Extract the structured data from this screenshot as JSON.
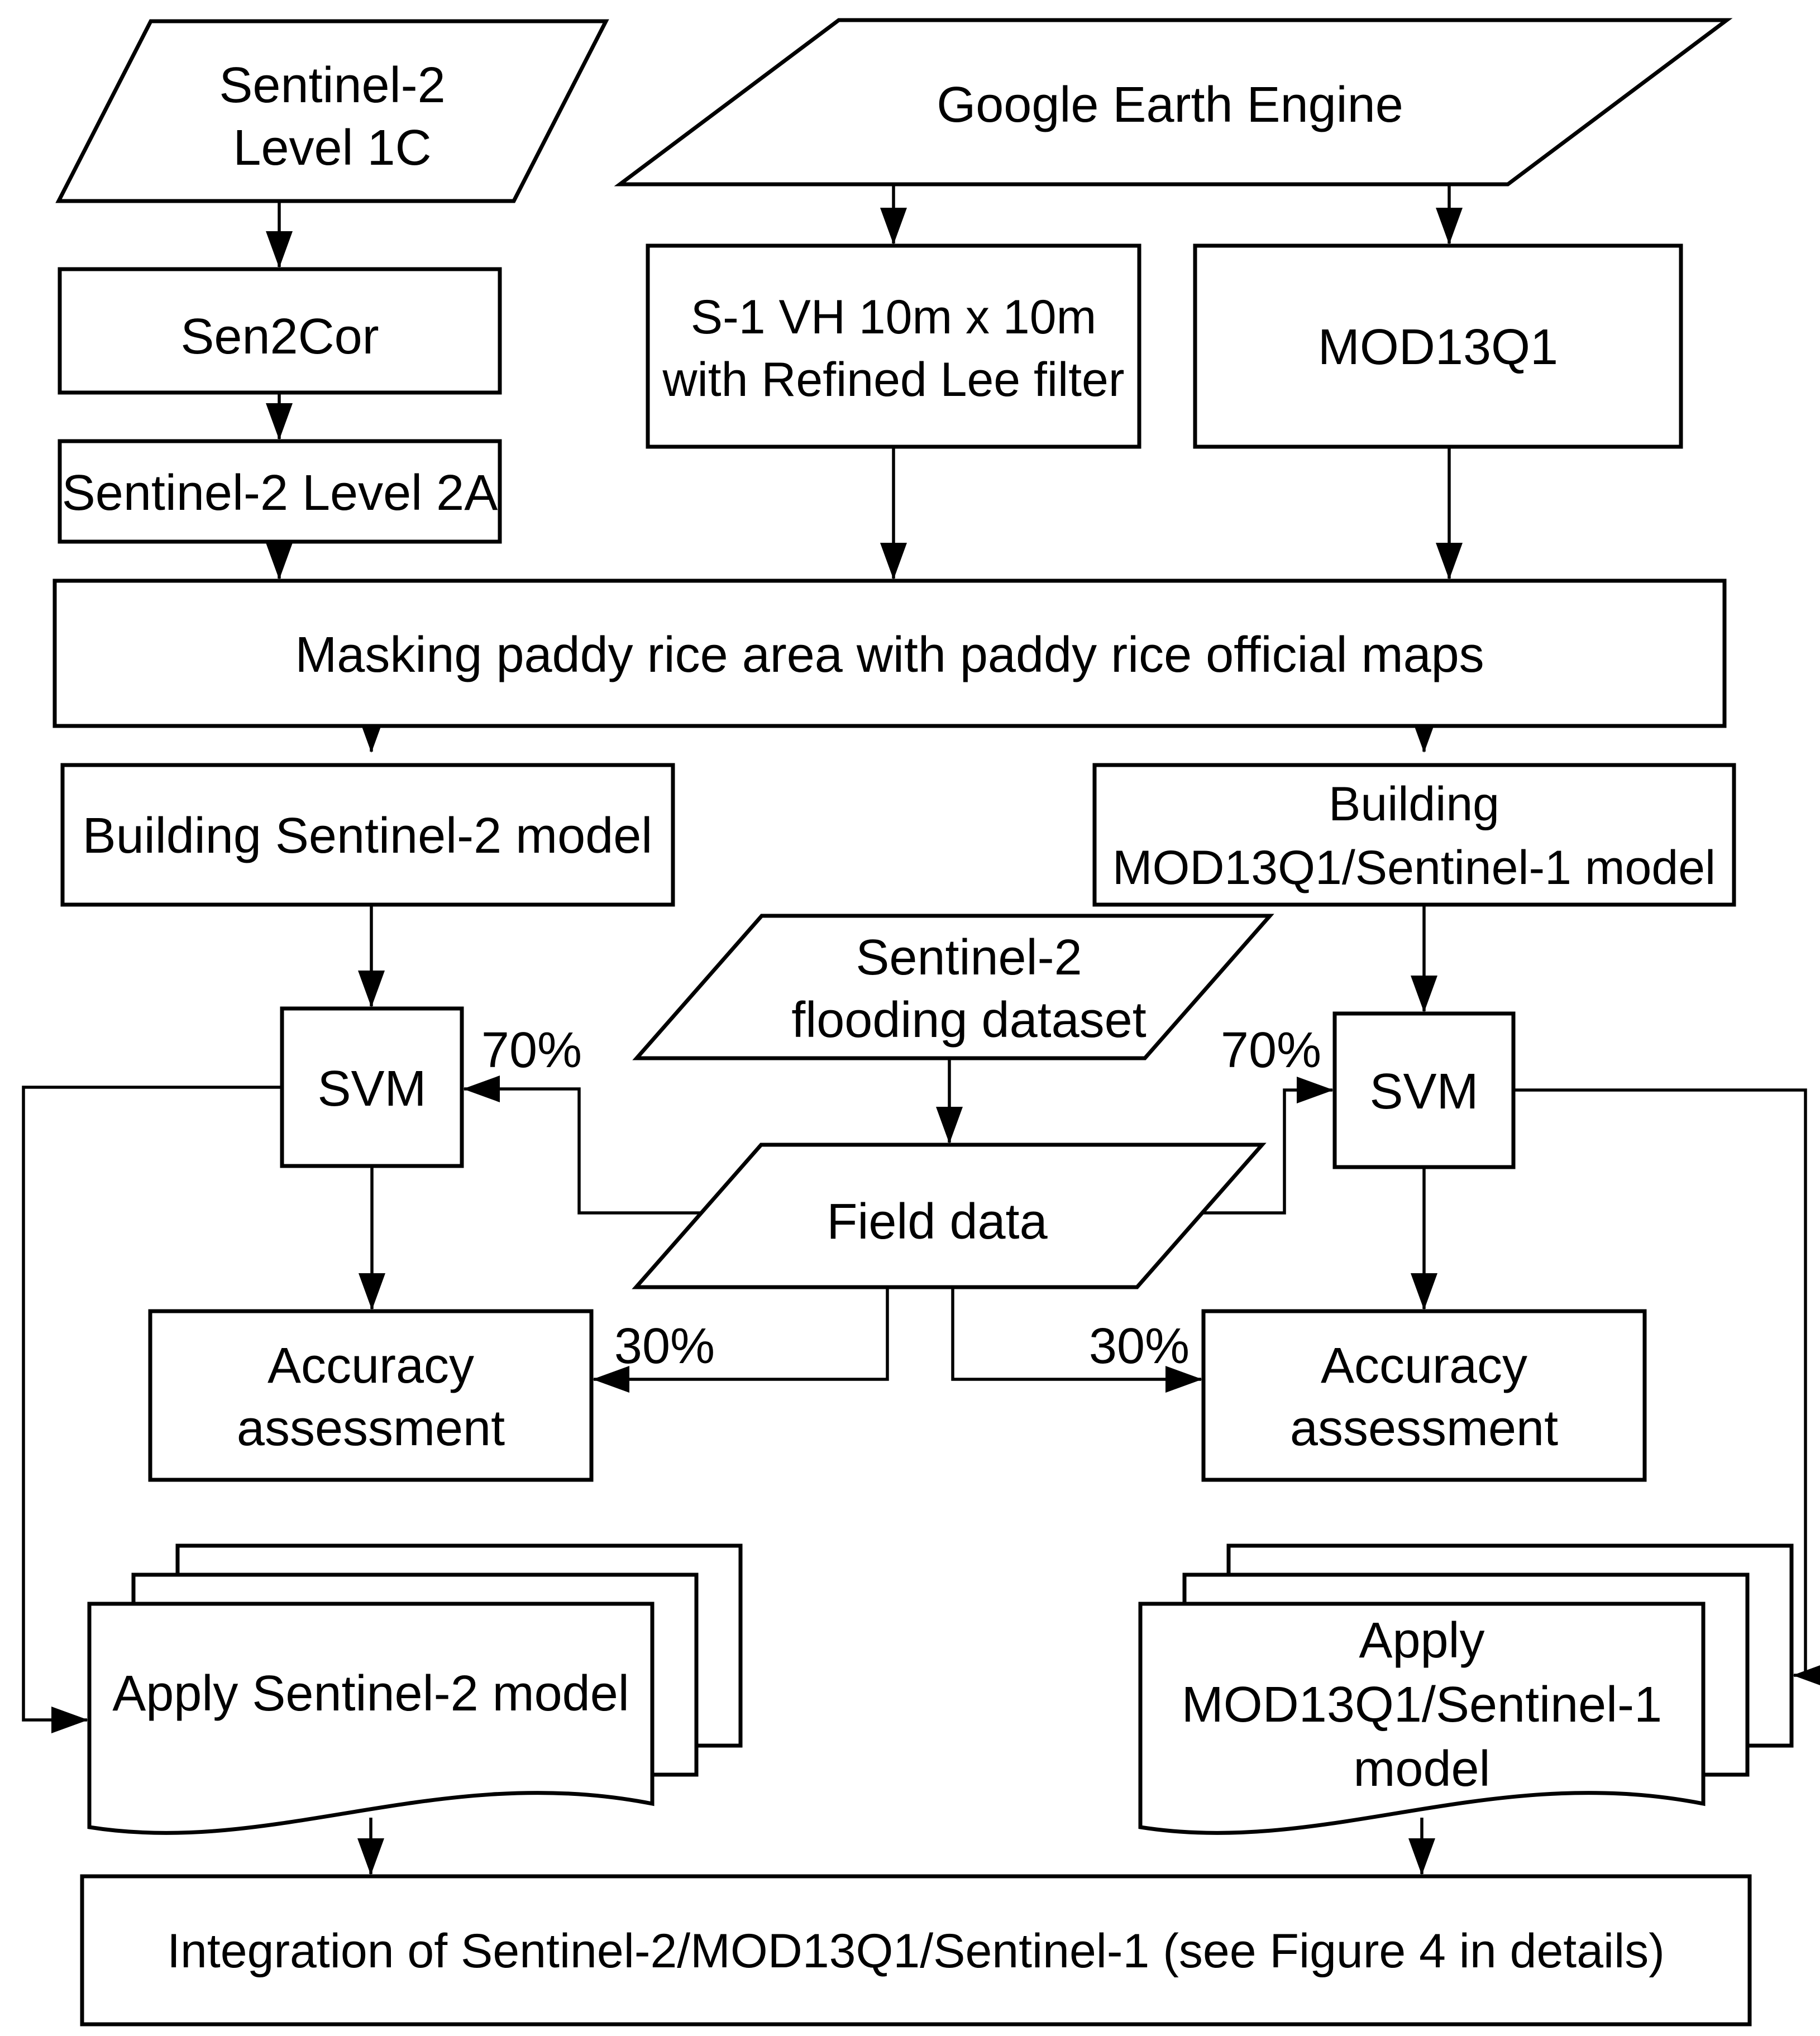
{
  "figure": {
    "background_color": "#ffffff",
    "line_color": "#000000",
    "nodes": {
      "s2_l1c": {
        "lines": [
          "Sentinel-2",
          "Level 1C"
        ]
      },
      "gee": {
        "lines": [
          "Google Earth Engine"
        ]
      },
      "sen2cor": {
        "lines": [
          "Sen2Cor"
        ]
      },
      "s1_vh": {
        "lines": [
          "S-1 VH 10m x 10m",
          "with Refined Lee filter"
        ]
      },
      "mod13q1": {
        "lines": [
          "MOD13Q1"
        ]
      },
      "s2_l2a": {
        "lines": [
          "Sentinel-2 Level 2A"
        ]
      },
      "masking": {
        "lines": [
          "Masking paddy rice area with paddy rice official maps"
        ]
      },
      "building_s2": {
        "lines": [
          "Building Sentinel-2 model"
        ]
      },
      "building_mod": {
        "lines": [
          "Building",
          "MOD13Q1/Sentinel-1 model"
        ]
      },
      "flooding": {
        "lines": [
          "Sentinel-2",
          "flooding dataset"
        ]
      },
      "svm_left": {
        "lines": [
          "SVM"
        ]
      },
      "svm_right": {
        "lines": [
          "SVM"
        ]
      },
      "field_data": {
        "lines": [
          "Field data"
        ]
      },
      "acc_left": {
        "lines": [
          "Accuracy",
          "assessment"
        ]
      },
      "acc_right": {
        "lines": [
          "Accuracy",
          "assessment"
        ]
      },
      "apply_s2": {
        "lines": [
          "Apply Sentinel-2 model"
        ]
      },
      "apply_mod": {
        "lines": [
          "Apply",
          "MOD13Q1/Sentinel-1",
          "model"
        ]
      },
      "integration": {
        "lines": [
          "Integration of Sentinel-2/MOD13Q1/Sentinel-1 (see Figure 4 in details)"
        ]
      }
    },
    "edge_labels": {
      "train_left": "70%",
      "train_right": "70%",
      "test_left": "30%",
      "test_right": "30%"
    }
  }
}
